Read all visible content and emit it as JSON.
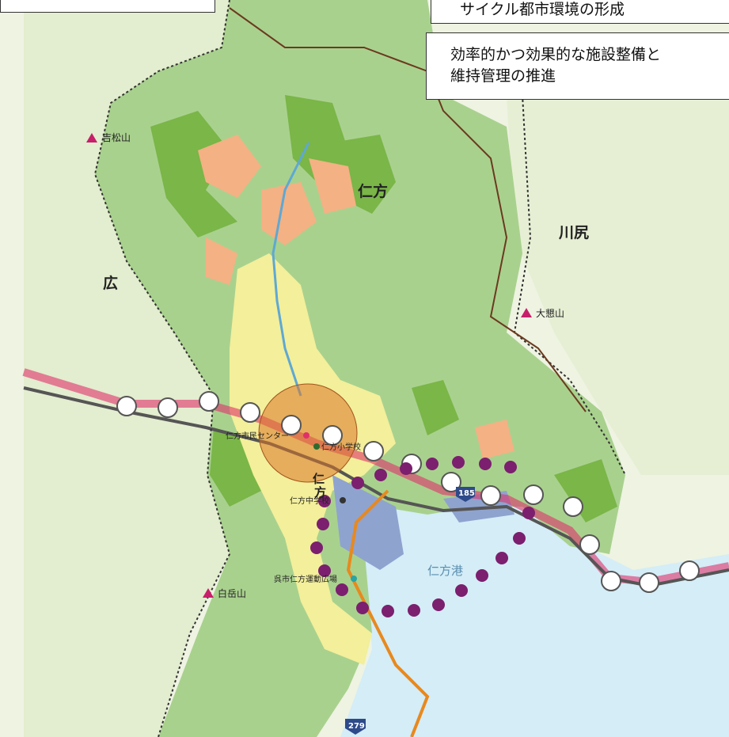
{
  "callouts": {
    "top": "サイクル都市環境の形成",
    "main_line1": "効率的かつ効果的な施設整備と",
    "main_line2": "維持管理の推進"
  },
  "districts": {
    "nigata": "仁方",
    "kawajiri": "川尻",
    "hiro": "広",
    "nigata_vertical_1": "仁",
    "nigata_vertical_2": "方"
  },
  "mountains": {
    "yoshimatsu": "吉松山",
    "ohiyama": "大懇山",
    "hakugaku": "白岳山"
  },
  "facilities": {
    "citizen_center": "仁方市民センター",
    "elementary_school": "仁方小学校",
    "junior_high": "仁方中学校",
    "sports_ground": "呉市仁方運動広場"
  },
  "harbor": "仁方港",
  "routes": {
    "r185": "185",
    "r279": "279"
  },
  "colors": {
    "green_area": "#a9d18e",
    "dark_green": "#7ab648",
    "orange_area": "#f4b183",
    "yellow_area": "#f3ef9a",
    "sea": "#d4edf7",
    "port_blue": "#8fa3cf",
    "rail_pink": "#e0306a",
    "purple_dots": "#7b1f6e",
    "center_orange": "#d9772a",
    "road_orange": "#e8891e"
  }
}
